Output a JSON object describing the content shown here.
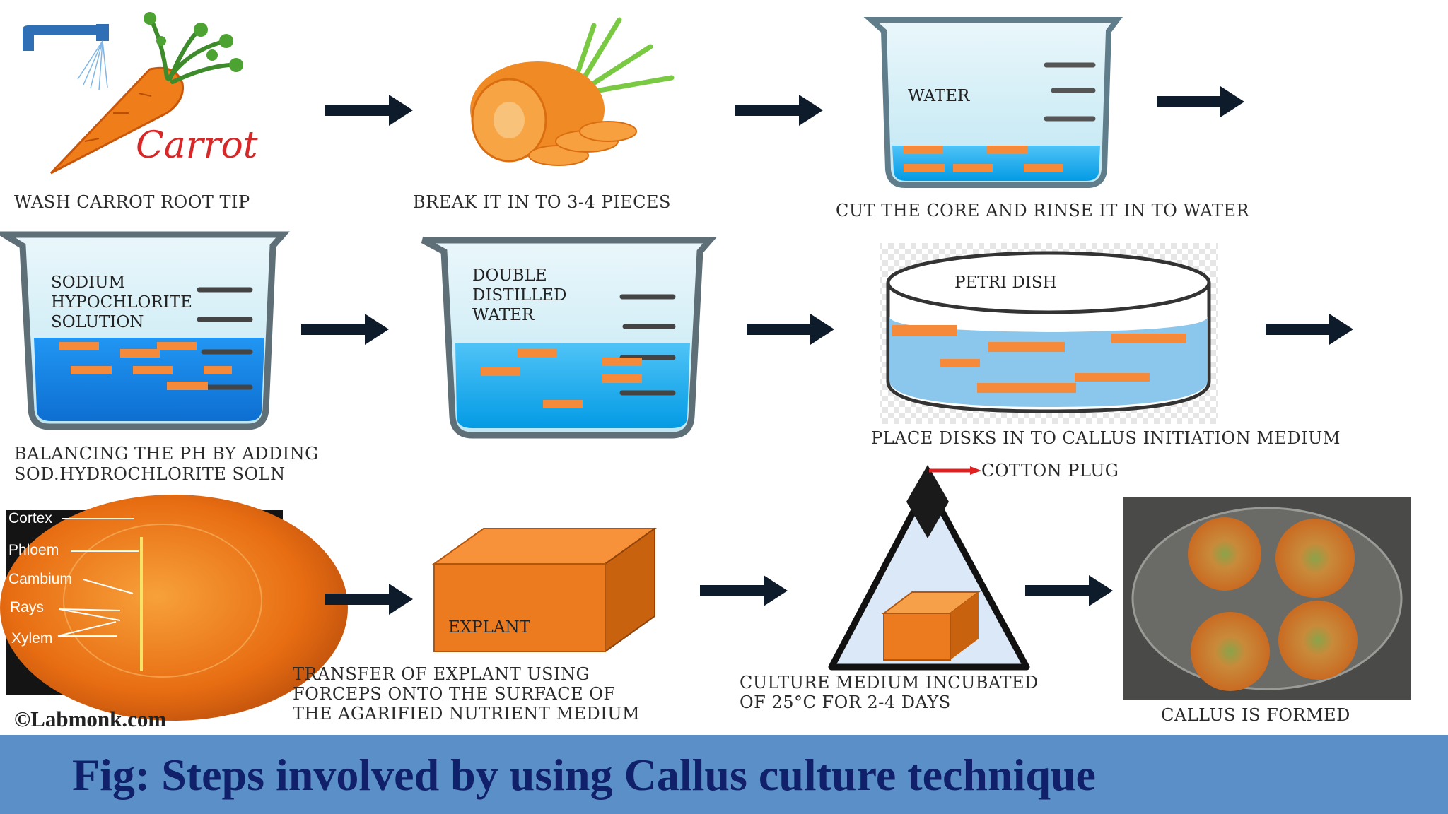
{
  "steps": {
    "wash": {
      "caption": "WASH CARROT ROOT TIP",
      "carrot_label": "Carrot"
    },
    "break": {
      "caption": "BREAK IT IN TO 3-4 PIECES"
    },
    "rinse": {
      "caption": "CUT THE  CORE AND RINSE IT IN TO WATER",
      "beaker_label": "WATER"
    },
    "sterilize": {
      "caption_lines": [
        "BALANCING  THE  PH BY ADDING",
        "SOD.HYDROCHLORITE  SOLN"
      ],
      "beaker_lines": [
        "SODIUM",
        "HYPOCHLORITE",
        "SOLUTION"
      ]
    },
    "distilled": {
      "beaker_lines": [
        "DOUBLE",
        "DISTILLED",
        "WATER"
      ]
    },
    "petri": {
      "label": "PETRI DISH",
      "caption": "PLACE  DISKS IN TO CALLUS  INITIATION  MEDIUM"
    },
    "section": {
      "labels": [
        "Cortex",
        "Phloem",
        "Cambium",
        "Rays",
        "Xylem"
      ]
    },
    "explant": {
      "label": "EXPLANT",
      "caption_lines": [
        "TRANSFER  OF EXPLANT  USING",
        "FORCEPS ONTO THE  SURFACE  OF",
        "THE AGARIFIED  NUTRIENT  MEDIUM"
      ]
    },
    "incubate": {
      "plug_label": "COTTON PLUG",
      "caption_lines": [
        "CULTURE  MEDIUM  INCUBATED",
        "OF 25°C FOR 2-4 DAYS"
      ]
    },
    "callus": {
      "caption": "CALLUS  IS FORMED"
    }
  },
  "copyright": "©Labmonk.com",
  "banner": {
    "title": "Fig: Steps involved by using Callus culture technique"
  },
  "colors": {
    "banner": "#5b8fc7",
    "banner_text": "#10206a",
    "arrow": "#0d1b2a",
    "carrot": "#e87722",
    "water": "#1e88e5"
  }
}
